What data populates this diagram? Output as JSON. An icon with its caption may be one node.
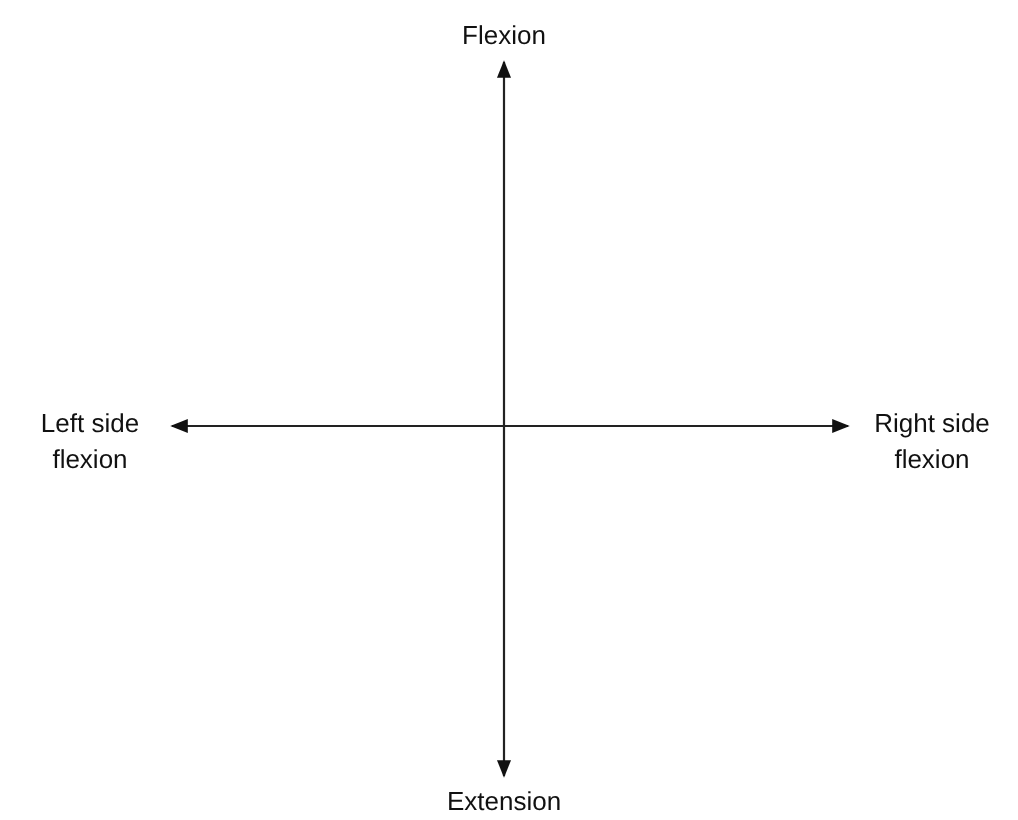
{
  "diagram": {
    "nodes": [
      {
        "text": [
          "Flexion"
        ]
      },
      {
        "text": [
          "Left side flexion"
        ]
      },
      {
        "text": [
          "Right side flexion"
        ]
      },
      {
        "text": [
          "Extension"
        ]
      }
    ],
    "edges": [
      {
        "from": 3,
        "to": 0,
        "arrow": "both"
      },
      {
        "from": 1,
        "to": 2,
        "arrow": "both"
      }
    ]
  }
}
